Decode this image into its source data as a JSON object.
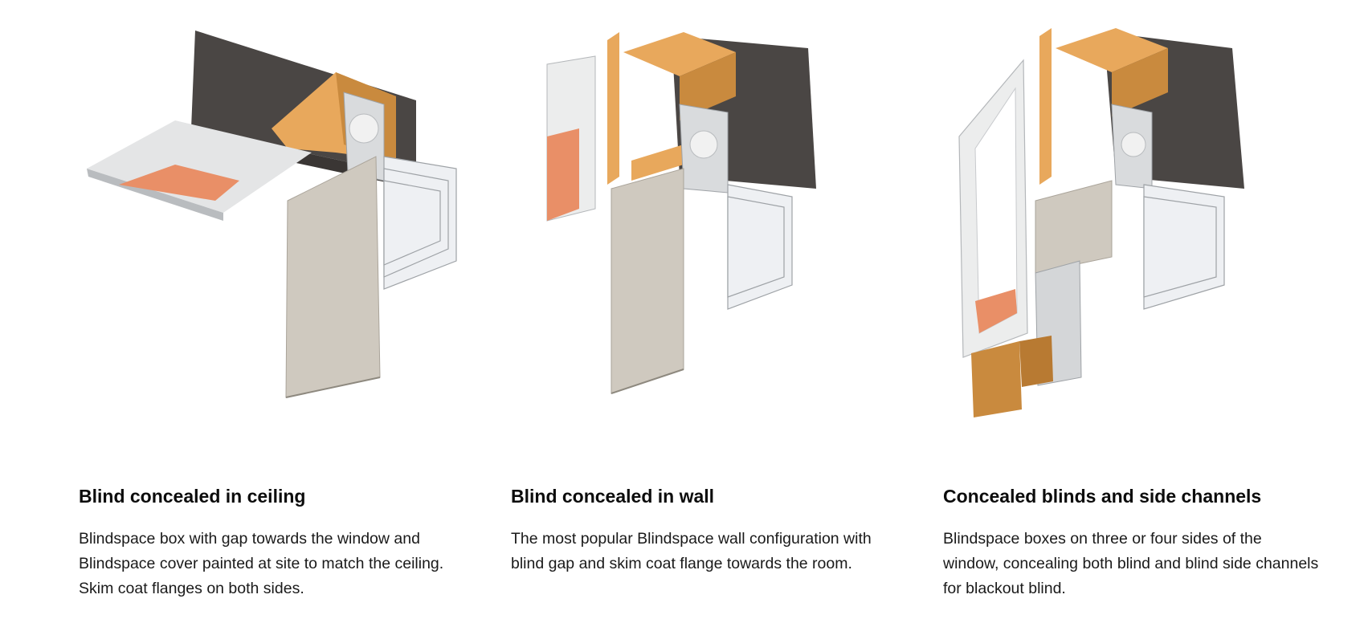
{
  "cards": [
    {
      "title": "Blind concealed in ceiling",
      "description": "Blindspace box with gap towards the window and Blindspace cover painted at site to match the ceiling. Skim coat flanges on both sides.",
      "image": "ceiling-blind-cutaway-illustration"
    },
    {
      "title": "Blind concealed in wall",
      "description": "The most popular Blindspace wall configuration with blind gap and skim coat flange towards the room.",
      "image": "wall-blind-cutaway-illustration"
    },
    {
      "title": "Concealed blinds and side channels",
      "description": "Blindspace boxes on three or four sides of the window, concealing both blind and blind side channels for blackout blind.",
      "image": "side-channels-cutaway-illustration"
    }
  ],
  "colors": {
    "concrete": "#4a4644",
    "timber": "#e8a85c",
    "timber_dark": "#c98a3e",
    "aluminium": "#d9dbdd",
    "fabric": "#cfc9bf",
    "insulation": "#e98f67",
    "glass": "#eef0f3",
    "text": "#111111"
  }
}
